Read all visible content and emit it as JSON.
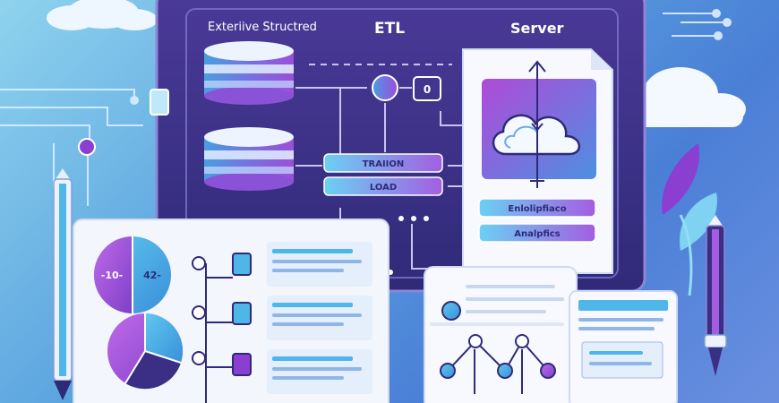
{
  "board": {
    "label_extract": "Exteriive Structred",
    "label_etl": "ETL",
    "label_server": "Server",
    "step_transform": "TRAIION",
    "step_load": "LOAD",
    "node_badge": "0"
  },
  "server_card": {
    "label_enterprise": "Enlolipfiaco",
    "label_analytics": "Analpfics"
  },
  "pie_chart": {
    "left_value": "-10-",
    "right_value": "42-"
  },
  "colors": {
    "panel": "#3b2f85",
    "panel_border": "#8f86d6",
    "accent_blue": "#4fb6ea",
    "accent_purple": "#8a3fd1",
    "card": "#f3f6fd"
  }
}
